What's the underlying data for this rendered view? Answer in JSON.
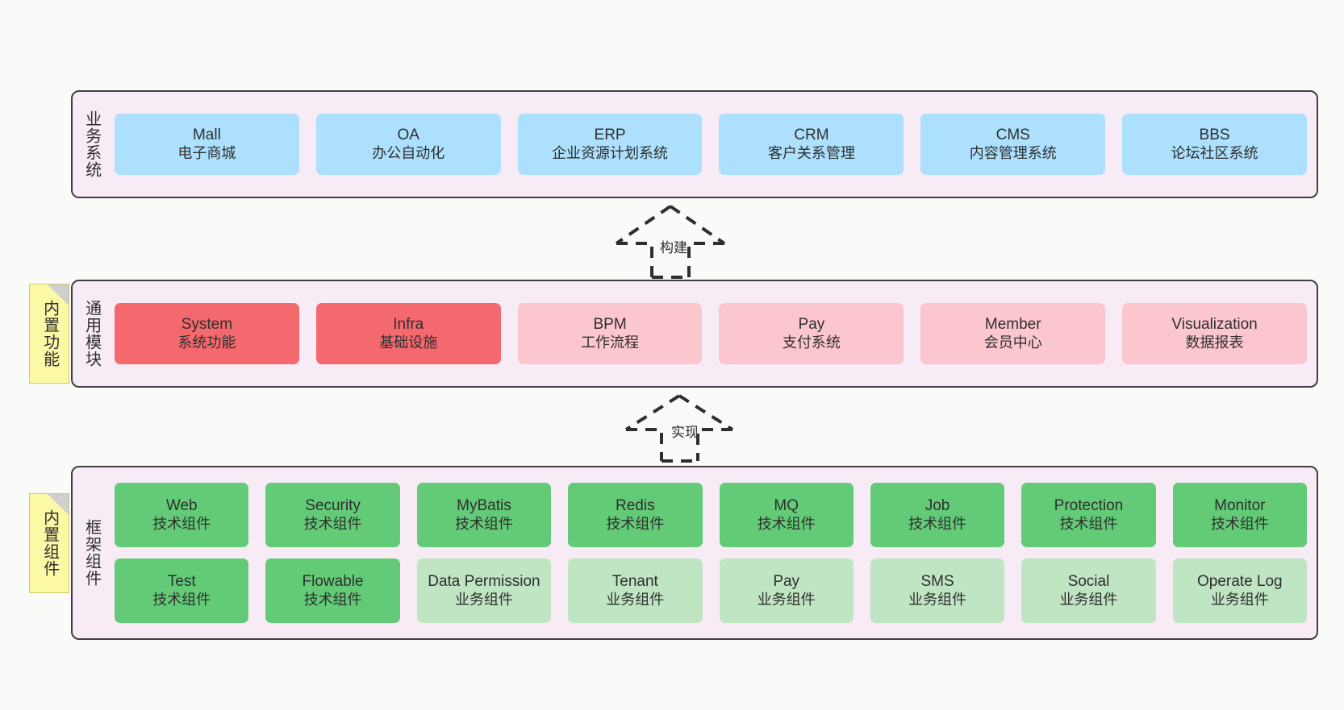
{
  "layers": [
    {
      "id": "business",
      "title": "业务系统",
      "rows": [
        {
          "cards": [
            {
              "en": "Mall",
              "cn": "电子商城",
              "color": "blue"
            },
            {
              "en": "OA",
              "cn": "办公自动化",
              "color": "blue"
            },
            {
              "en": "ERP",
              "cn": "企业资源计划系统",
              "color": "blue"
            },
            {
              "en": "CRM",
              "cn": "客户关系管理",
              "color": "blue"
            },
            {
              "en": "CMS",
              "cn": "内容管理系统",
              "color": "blue"
            },
            {
              "en": "BBS",
              "cn": "论坛社区系统",
              "color": "blue"
            }
          ]
        }
      ]
    },
    {
      "id": "modules",
      "title": "通用模块",
      "rows": [
        {
          "cards": [
            {
              "en": "System",
              "cn": "系统功能",
              "color": "red"
            },
            {
              "en": "Infra",
              "cn": "基础设施",
              "color": "red"
            },
            {
              "en": "BPM",
              "cn": "工作流程",
              "color": "pink"
            },
            {
              "en": "Pay",
              "cn": "支付系统",
              "color": "pink"
            },
            {
              "en": "Member",
              "cn": "会员中心",
              "color": "pink"
            },
            {
              "en": "Visualization",
              "cn": "数据报表",
              "color": "pink"
            }
          ]
        }
      ]
    },
    {
      "id": "framework",
      "title": "框架组件",
      "rows": [
        {
          "cards": [
            {
              "en": "Web",
              "cn": "技术组件",
              "color": "green"
            },
            {
              "en": "Security",
              "cn": "技术组件",
              "color": "green"
            },
            {
              "en": "MyBatis",
              "cn": "技术组件",
              "color": "green"
            },
            {
              "en": "Redis",
              "cn": "技术组件",
              "color": "green"
            },
            {
              "en": "MQ",
              "cn": "技术组件",
              "color": "green"
            },
            {
              "en": "Job",
              "cn": "技术组件",
              "color": "green"
            },
            {
              "en": "Protection",
              "cn": "技术组件",
              "color": "green"
            },
            {
              "en": "Monitor",
              "cn": "技术组件",
              "color": "green"
            }
          ]
        },
        {
          "cards": [
            {
              "en": "Test",
              "cn": "技术组件",
              "color": "green"
            },
            {
              "en": "Flowable",
              "cn": "技术组件",
              "color": "green"
            },
            {
              "en": "Data Permission",
              "cn": "业务组件",
              "color": "lightgreen"
            },
            {
              "en": "Tenant",
              "cn": "业务组件",
              "color": "lightgreen"
            },
            {
              "en": "Pay",
              "cn": "业务组件",
              "color": "lightgreen"
            },
            {
              "en": "SMS",
              "cn": "业务组件",
              "color": "lightgreen"
            },
            {
              "en": "Social",
              "cn": "业务组件",
              "color": "lightgreen"
            },
            {
              "en": "Operate Log",
              "cn": "业务组件",
              "color": "lightgreen"
            }
          ]
        }
      ]
    }
  ],
  "notes": [
    {
      "id": "builtin-function",
      "label": "内置功能"
    },
    {
      "id": "builtin-component",
      "label": "内置组件"
    }
  ],
  "arrows": [
    {
      "id": "build",
      "label": "构建"
    },
    {
      "id": "implement",
      "label": "实现"
    }
  ],
  "colors": {
    "canvas_background": "#fafaf9",
    "layer_background": "#f7ebf5",
    "layer_border": "#3f3f42",
    "blue": "#ace0fd",
    "red": "#f4696e",
    "pink": "#fbc6cd",
    "green": "#63cb77",
    "lightgreen": "#bfe5c3",
    "note_background": "#fbf8a6",
    "note_fold": "#cfcfcf",
    "arrow_stroke": "#2e2e2e"
  }
}
